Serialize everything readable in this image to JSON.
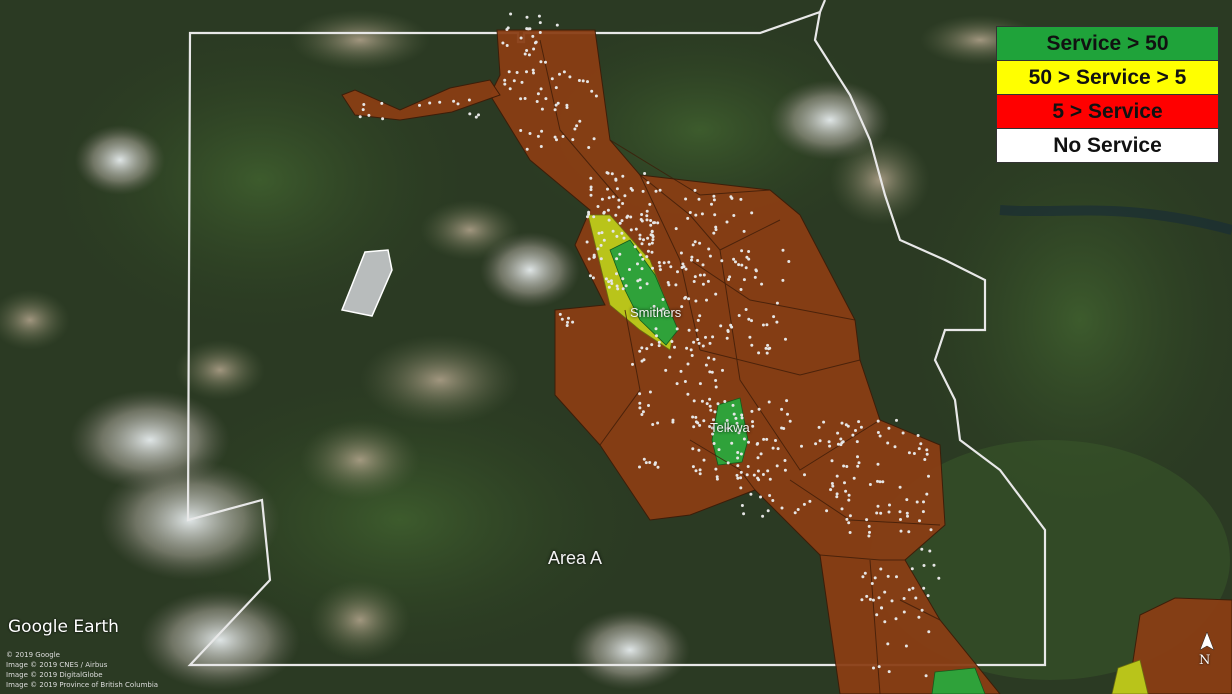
{
  "legend": {
    "items": [
      {
        "label": "Service > 50",
        "color": "#1fa33a"
      },
      {
        "label": "50 > Service > 5",
        "color": "#ffff00"
      },
      {
        "label": "5 > Service",
        "color": "#ff0000"
      },
      {
        "label": "No Service",
        "color": "#ffffff"
      }
    ]
  },
  "places": {
    "smithers": "Smithers",
    "telkwa": "Telkwa",
    "area": "Area A"
  },
  "branding": {
    "logo": "Google Earth",
    "credits": [
      "© 2019 Google",
      "Image © 2019 CNES / Airbus",
      "Image © 2019 DigitalGlobe",
      "Image © 2019 Province of British Columbia"
    ],
    "compass": "N"
  },
  "colors": {
    "zone_fill": "#8a3e14",
    "high_service": "#2fa23a",
    "mid_service": "#b9c41a",
    "no_service_zone": "#b8bcbc",
    "boundary": "#e8e8e8",
    "address_points": "#e6e6e6"
  },
  "icons": {
    "compass": "north-arrow-icon"
  }
}
